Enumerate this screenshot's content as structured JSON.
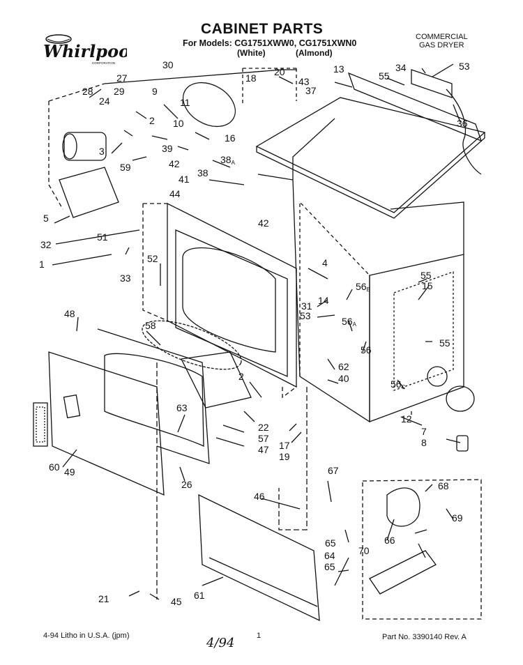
{
  "brand": "Whirlpool",
  "brand_sub": "CORPORATION",
  "title": "CABINET PARTS",
  "models_line": "For Models: CG1751XWW0, CG1751XWN0",
  "variant_white": "(White)",
  "variant_almond": "(Almond)",
  "commercial_note": [
    "COMMERCIAL",
    "GAS DRYER"
  ],
  "footer": {
    "left": "4-94  Litho in U.S.A. (jpm)",
    "page": "1",
    "right": "Part No. 3390140 Rev. A",
    "signature": "4/94"
  },
  "part_numbers": [
    "1",
    "2",
    "3",
    "4",
    "5",
    "7",
    "8",
    "9",
    "10",
    "11",
    "12",
    "13",
    "14",
    "15",
    "16",
    "17",
    "18",
    "19",
    "20",
    "21",
    "22",
    "24",
    "26",
    "27",
    "28",
    "29",
    "30",
    "31",
    "32",
    "33",
    "34",
    "36",
    "37",
    "38",
    "39",
    "40",
    "41",
    "42",
    "43",
    "44",
    "45",
    "46",
    "47",
    "48",
    "49",
    "51",
    "52",
    "53",
    "55",
    "56",
    "57",
    "58",
    "59",
    "60",
    "61",
    "62",
    "63",
    "64",
    "65",
    "66",
    "67",
    "68",
    "69",
    "70"
  ],
  "labels": [
    {
      "t": "27",
      "s": ""
    },
    {
      "t": "30",
      "s": ""
    },
    {
      "t": "28",
      "s": ""
    },
    {
      "t": "29",
      "s": ""
    },
    {
      "t": "9",
      "s": ""
    },
    {
      "t": "24",
      "s": ""
    },
    {
      "t": "11",
      "s": ""
    },
    {
      "t": "2",
      "s": ""
    },
    {
      "t": "10",
      "s": ""
    },
    {
      "t": "16",
      "s": ""
    },
    {
      "t": "3",
      "s": ""
    },
    {
      "t": "39",
      "s": ""
    },
    {
      "t": "59",
      "s": ""
    },
    {
      "t": "42",
      "s": ""
    },
    {
      "t": "18",
      "s": ""
    },
    {
      "t": "20",
      "s": ""
    },
    {
      "t": "13",
      "s": ""
    },
    {
      "t": "43",
      "s": ""
    },
    {
      "t": "37",
      "s": ""
    },
    {
      "t": "34",
      "s": ""
    },
    {
      "t": "53",
      "s": ""
    },
    {
      "t": "55",
      "s": ""
    },
    {
      "t": "36",
      "s": ""
    },
    {
      "t": "38",
      "s": "A"
    },
    {
      "t": "38",
      "s": ""
    },
    {
      "t": "41",
      "s": ""
    },
    {
      "t": "42",
      "s": ""
    },
    {
      "t": "44",
      "s": ""
    },
    {
      "t": "5",
      "s": ""
    },
    {
      "t": "32",
      "s": ""
    },
    {
      "t": "51",
      "s": ""
    },
    {
      "t": "1",
      "s": ""
    },
    {
      "t": "33",
      "s": ""
    },
    {
      "t": "52",
      "s": ""
    },
    {
      "t": "4",
      "s": ""
    },
    {
      "t": "55",
      "s": ""
    },
    {
      "t": "15",
      "s": ""
    },
    {
      "t": "56",
      "s": "B"
    },
    {
      "t": "31",
      "s": ""
    },
    {
      "t": "14",
      "s": ""
    },
    {
      "t": "53",
      "s": ""
    },
    {
      "t": "56",
      "s": "A"
    },
    {
      "t": "56",
      "s": ""
    },
    {
      "t": "55",
      "s": ""
    },
    {
      "t": "48",
      "s": ""
    },
    {
      "t": "58",
      "s": ""
    },
    {
      "t": "62",
      "s": ""
    },
    {
      "t": "40",
      "s": ""
    },
    {
      "t": "56",
      "s": "C"
    },
    {
      "t": "2",
      "s": ""
    },
    {
      "t": "12",
      "s": ""
    },
    {
      "t": "7",
      "s": ""
    },
    {
      "t": "8",
      "s": ""
    },
    {
      "t": "63",
      "s": ""
    },
    {
      "t": "22",
      "s": ""
    },
    {
      "t": "57",
      "s": ""
    },
    {
      "t": "47",
      "s": ""
    },
    {
      "t": "17",
      "s": ""
    },
    {
      "t": "19",
      "s": ""
    },
    {
      "t": "60",
      "s": ""
    },
    {
      "t": "49",
      "s": ""
    },
    {
      "t": "26",
      "s": ""
    },
    {
      "t": "67",
      "s": ""
    },
    {
      "t": "68",
      "s": ""
    },
    {
      "t": "46",
      "s": ""
    },
    {
      "t": "69",
      "s": ""
    },
    {
      "t": "66",
      "s": ""
    },
    {
      "t": "65",
      "s": ""
    },
    {
      "t": "70",
      "s": ""
    },
    {
      "t": "64",
      "s": ""
    },
    {
      "t": "65",
      "s": ""
    },
    {
      "t": "21",
      "s": ""
    },
    {
      "t": "45",
      "s": ""
    },
    {
      "t": "61",
      "s": ""
    }
  ]
}
